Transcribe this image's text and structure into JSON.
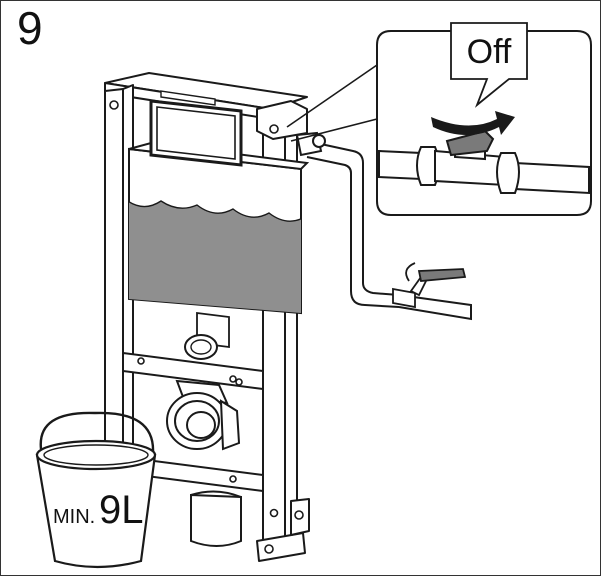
{
  "step": {
    "number": "9"
  },
  "callout": {
    "valve_state": "Off"
  },
  "bucket": {
    "prefix": "MIN.",
    "volume": "9L"
  },
  "colors": {
    "water": "#8f8f8f",
    "line": "#1a1a1a",
    "valve_handle": "#7a7a7a"
  },
  "icons": [
    "turn-arrow-icon",
    "valve-handle-icon"
  ]
}
